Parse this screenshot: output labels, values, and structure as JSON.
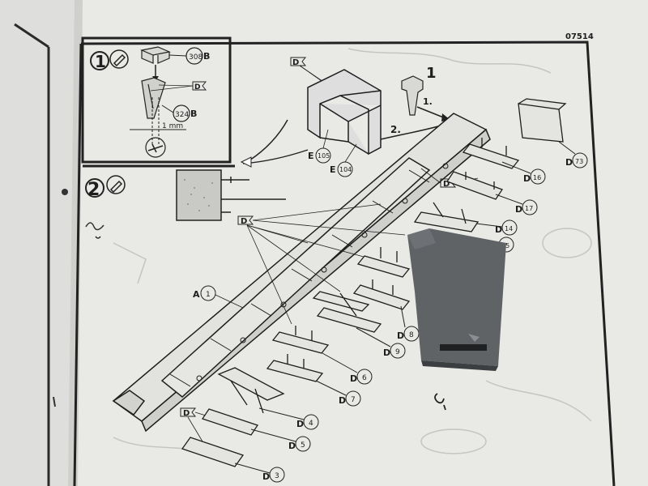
{
  "page": {
    "code": "07514",
    "step1": {
      "number": "1",
      "part_a": "308",
      "part_a_letter": "B",
      "part_b": "324",
      "part_b_letter": "B",
      "gap": "1 mm",
      "flag": "D"
    },
    "step2": {
      "number": "2"
    },
    "arrows": {
      "one": "1",
      "one_dot": "1.",
      "two_dot": "2."
    },
    "parts": {
      "p105": {
        "letter": "E",
        "num": "105"
      },
      "p104": {
        "letter": "E",
        "num": "104"
      },
      "p73": {
        "letter": "D",
        "num": "73"
      },
      "p16": {
        "letter": "D",
        "num": "16"
      },
      "p17": {
        "letter": "D",
        "num": "17"
      },
      "p14": {
        "letter": "D",
        "num": "14"
      },
      "p15": {
        "num": "15"
      },
      "p8": {
        "letter": "D",
        "num": "8"
      },
      "p9": {
        "letter": "D",
        "num": "9"
      },
      "p6": {
        "letter": "D",
        "num": "6"
      },
      "p7": {
        "letter": "D",
        "num": "7"
      },
      "p4": {
        "letter": "D",
        "num": "4"
      },
      "p5": {
        "letter": "D",
        "num": "5"
      },
      "p3": {
        "letter": "D",
        "num": "3"
      },
      "p1": {
        "letter": "A",
        "num": "1"
      }
    },
    "flags": {
      "d_top": "D",
      "d_mid": "D",
      "d_left": "D",
      "d_bottom": "D"
    }
  },
  "colors": {
    "paper": "#e9e9e6",
    "ink": "#1e1e1e",
    "faint": "#b9b9b5",
    "grey_part": "#5f6366",
    "background": "#5b5b5b"
  }
}
